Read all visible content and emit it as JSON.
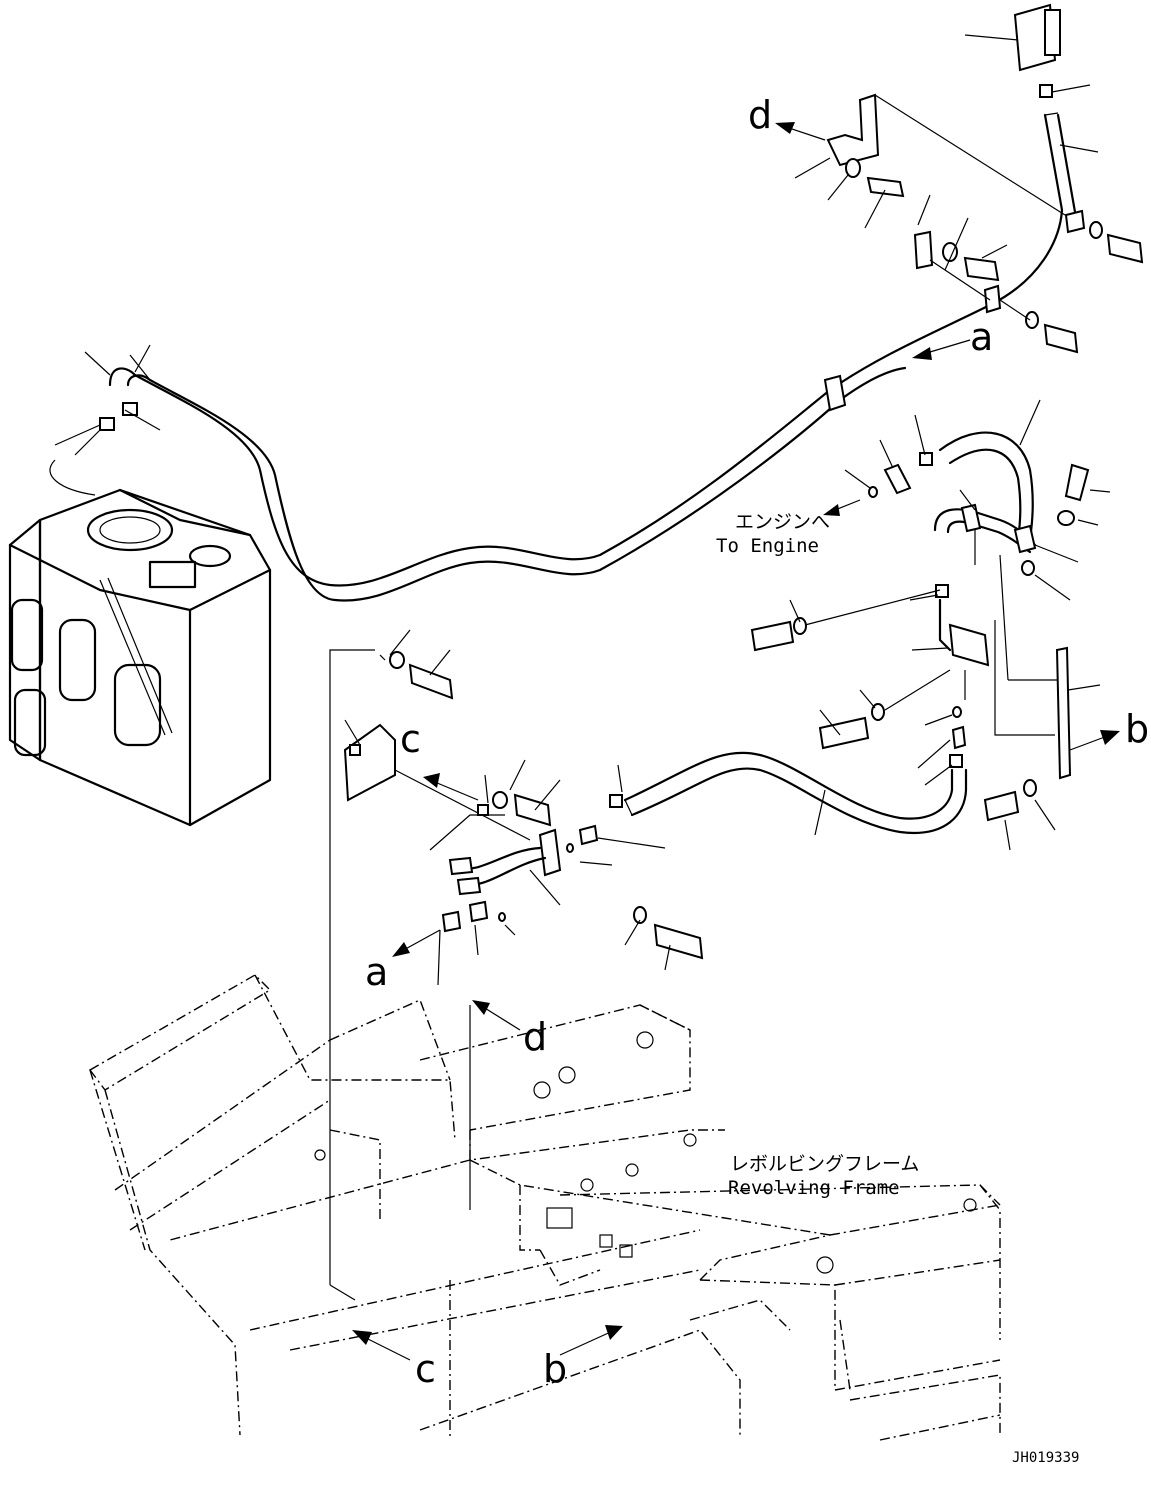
{
  "callouts": {
    "a_top": "a",
    "a_bottom": "a",
    "b_right": "b",
    "b_bottom": "b",
    "c_mid": "c",
    "c_bottom": "c",
    "d_top": "d",
    "d_mid": "d"
  },
  "labels": {
    "engine_jp": "エンジンへ",
    "engine_en": "To Engine",
    "frame_jp": "レボルビングフレーム",
    "frame_en": "Revolving Frame"
  },
  "drawing_code": "JH019339"
}
